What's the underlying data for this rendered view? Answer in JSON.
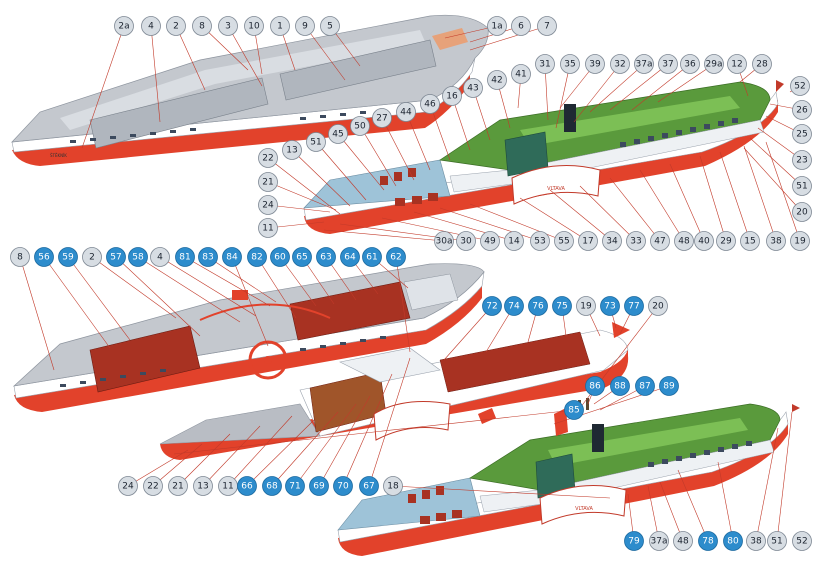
{
  "colors": {
    "hull_red": "#e2422b",
    "hull_white": "#ffffff",
    "deck_grey": "#b9bdc4",
    "deck_light": "#dfe3e8",
    "window_dark": "#3c4a5e",
    "roof_green": "#5a9a3c",
    "roof_green_light": "#7cbf55",
    "interior_red": "#a83222",
    "wood": "#a0552a",
    "blue_deck": "#9ec3d8",
    "stack_green": "#2f6b59",
    "badge_grey": "#d7dde3",
    "badge_blue": "#2d8ccc",
    "leader_line": "#c23a2a"
  },
  "boats": {
    "hull1_name": "ŠTĚKNÍK",
    "hull2_name": "VLTAVA"
  },
  "labels": [
    {
      "id": "2a",
      "blue": false
    },
    {
      "id": "4",
      "blue": false
    },
    {
      "id": "2",
      "blue": false
    },
    {
      "id": "8",
      "blue": false
    },
    {
      "id": "3",
      "blue": false
    },
    {
      "id": "10",
      "blue": false
    },
    {
      "id": "1",
      "blue": false
    },
    {
      "id": "9",
      "blue": false
    },
    {
      "id": "5",
      "blue": false
    },
    {
      "id": "1a",
      "blue": false
    },
    {
      "id": "6",
      "blue": false
    },
    {
      "id": "7",
      "blue": false
    },
    {
      "id": "41",
      "blue": false
    },
    {
      "id": "31",
      "blue": false
    },
    {
      "id": "35",
      "blue": false
    },
    {
      "id": "39",
      "blue": false
    },
    {
      "id": "32",
      "blue": false
    },
    {
      "id": "37a",
      "blue": false
    },
    {
      "id": "37",
      "blue": false
    },
    {
      "id": "36",
      "blue": false
    },
    {
      "id": "29a",
      "blue": false
    },
    {
      "id": "12",
      "blue": false
    },
    {
      "id": "28",
      "blue": false
    },
    {
      "id": "52",
      "blue": false
    },
    {
      "id": "42",
      "blue": false
    },
    {
      "id": "43",
      "blue": false
    },
    {
      "id": "16",
      "blue": false
    },
    {
      "id": "46",
      "blue": false
    },
    {
      "id": "44",
      "blue": false
    },
    {
      "id": "27",
      "blue": false
    },
    {
      "id": "50",
      "blue": false
    },
    {
      "id": "45",
      "blue": false
    },
    {
      "id": "51",
      "blue": false
    },
    {
      "id": "13",
      "blue": false
    },
    {
      "id": "22",
      "blue": false
    },
    {
      "id": "21",
      "blue": false
    },
    {
      "id": "24",
      "blue": false
    },
    {
      "id": "11",
      "blue": false
    },
    {
      "id": "26",
      "blue": false
    },
    {
      "id": "25",
      "blue": false
    },
    {
      "id": "23",
      "blue": false
    },
    {
      "id": "51",
      "blue": false
    },
    {
      "id": "20",
      "blue": false
    },
    {
      "id": "30a",
      "blue": false
    },
    {
      "id": "30",
      "blue": false
    },
    {
      "id": "49",
      "blue": false
    },
    {
      "id": "14",
      "blue": false
    },
    {
      "id": "53",
      "blue": false
    },
    {
      "id": "55",
      "blue": false
    },
    {
      "id": "17",
      "blue": false
    },
    {
      "id": "34",
      "blue": false
    },
    {
      "id": "33",
      "blue": false
    },
    {
      "id": "47",
      "blue": false
    },
    {
      "id": "48",
      "blue": false
    },
    {
      "id": "40",
      "blue": false
    },
    {
      "id": "29",
      "blue": false
    },
    {
      "id": "15",
      "blue": false
    },
    {
      "id": "38",
      "blue": false
    },
    {
      "id": "19",
      "blue": false
    },
    {
      "id": "8",
      "blue": false
    },
    {
      "id": "56",
      "blue": true
    },
    {
      "id": "59",
      "blue": true
    },
    {
      "id": "2",
      "blue": false
    },
    {
      "id": "57",
      "blue": true
    },
    {
      "id": "58",
      "blue": true
    },
    {
      "id": "4",
      "blue": false
    },
    {
      "id": "81",
      "blue": true
    },
    {
      "id": "83",
      "blue": true
    },
    {
      "id": "84",
      "blue": true
    },
    {
      "id": "82",
      "blue": true
    },
    {
      "id": "60",
      "blue": true
    },
    {
      "id": "65",
      "blue": true
    },
    {
      "id": "63",
      "blue": true
    },
    {
      "id": "64",
      "blue": true
    },
    {
      "id": "61",
      "blue": true
    },
    {
      "id": "62",
      "blue": true
    },
    {
      "id": "72",
      "blue": true
    },
    {
      "id": "74",
      "blue": true
    },
    {
      "id": "76",
      "blue": true
    },
    {
      "id": "75",
      "blue": true
    },
    {
      "id": "19",
      "blue": false
    },
    {
      "id": "73",
      "blue": true
    },
    {
      "id": "77",
      "blue": true
    },
    {
      "id": "20",
      "blue": false
    },
    {
      "id": "86",
      "blue": true
    },
    {
      "id": "88",
      "blue": true
    },
    {
      "id": "87",
      "blue": true
    },
    {
      "id": "89",
      "blue": true
    },
    {
      "id": "85",
      "blue": true
    },
    {
      "id": "24",
      "blue": false
    },
    {
      "id": "22",
      "blue": false
    },
    {
      "id": "21",
      "blue": false
    },
    {
      "id": "13",
      "blue": false
    },
    {
      "id": "11",
      "blue": false
    },
    {
      "id": "66",
      "blue": true
    },
    {
      "id": "68",
      "blue": true
    },
    {
      "id": "71",
      "blue": true
    },
    {
      "id": "69",
      "blue": true
    },
    {
      "id": "70",
      "blue": true
    },
    {
      "id": "67",
      "blue": true
    },
    {
      "id": "18",
      "blue": false
    },
    {
      "id": "79",
      "blue": true
    },
    {
      "id": "37a",
      "blue": false
    },
    {
      "id": "48",
      "blue": false
    },
    {
      "id": "78",
      "blue": true
    },
    {
      "id": "80",
      "blue": true
    },
    {
      "id": "38",
      "blue": false
    },
    {
      "id": "51",
      "blue": false
    },
    {
      "id": "52",
      "blue": false
    }
  ]
}
